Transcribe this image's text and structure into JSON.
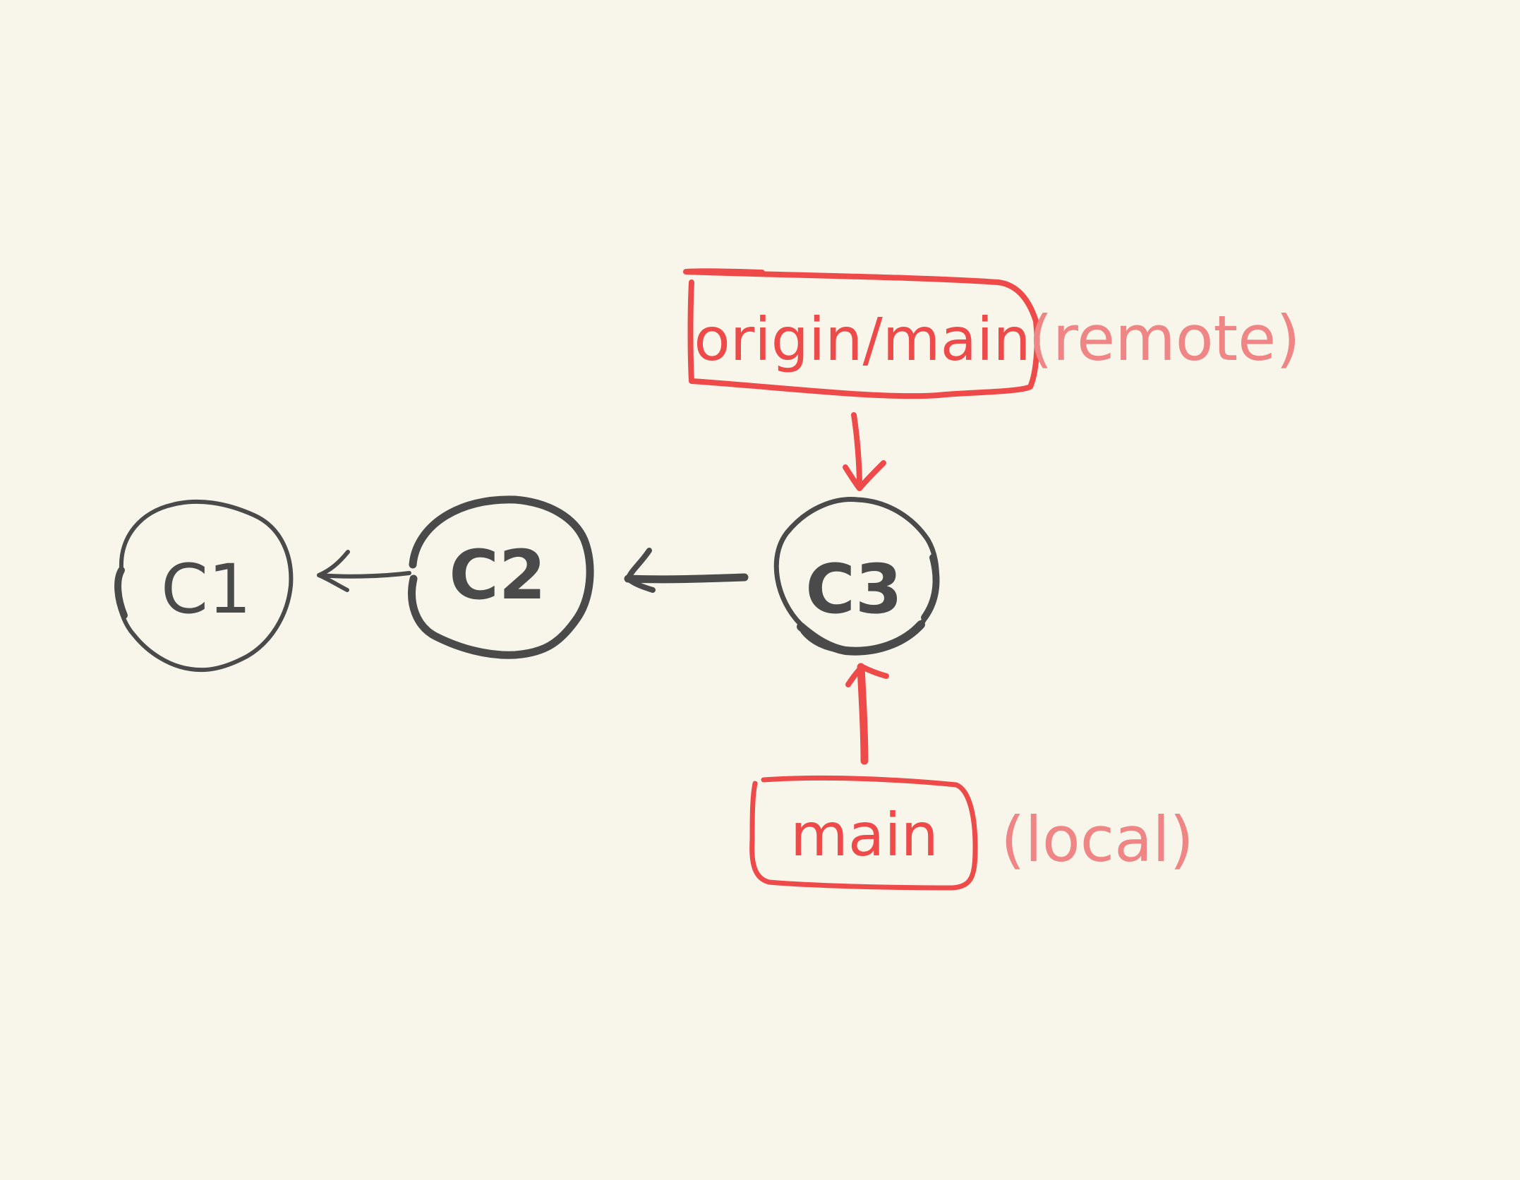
{
  "diagram": {
    "commits": [
      {
        "id": "c1",
        "label": "C1"
      },
      {
        "id": "c2",
        "label": "C2"
      },
      {
        "id": "c3",
        "label": "C3"
      }
    ],
    "branches": {
      "remote": {
        "label": "origin/main",
        "note": "(remote)"
      },
      "local": {
        "label": "main",
        "note": "(local)"
      }
    },
    "colors": {
      "background": "#f8f6ea",
      "commit_ink": "#4a4a4a",
      "branch_ink": "#ee4a4a",
      "note_ink": "#f08585"
    }
  }
}
